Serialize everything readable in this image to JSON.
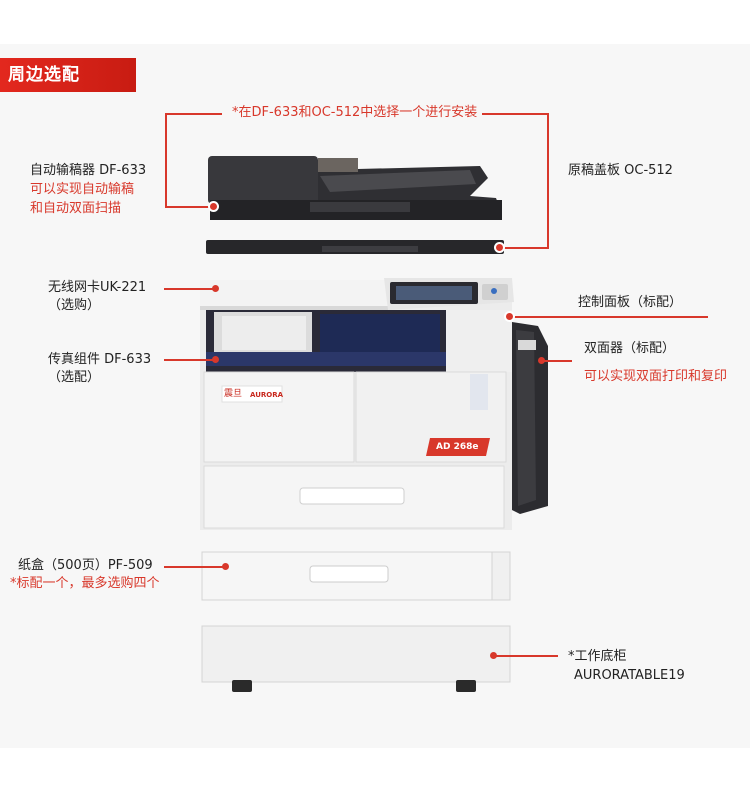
{
  "section_title": "周边选配",
  "install_note": "*在DF-633和OC-512中选择一个进行安装",
  "callouts": {
    "adf_name": "自动输稿器 DF-633",
    "adf_desc_1": "可以实现自动输稿",
    "adf_desc_2": "和自动双面扫描",
    "cover_name": "原稿盖板 OC-512",
    "wlan_name": "无线网卡UK-221",
    "wlan_opt": "（选购）",
    "fax_name": "传真组件 DF-633",
    "fax_opt": "（选配）",
    "panel_name": "控制面板（标配）",
    "duplex_name": "双面器（标配）",
    "duplex_desc": "可以实现双面打印和复印",
    "tray_name": "纸盒（500页）PF-509",
    "tray_desc": "*标配一个，最多选购四个",
    "stand_name": "*工作底柜",
    "stand_model": "AURORATABLE19"
  },
  "device": {
    "brand_cn": "震旦",
    "brand_en": "AURORA",
    "model_badge": "AD 268e"
  },
  "colors": {
    "accent_red": "#d8382b",
    "title_red": "#e3281e",
    "device_white": "#efefef",
    "device_dark": "#2b2b2e"
  }
}
